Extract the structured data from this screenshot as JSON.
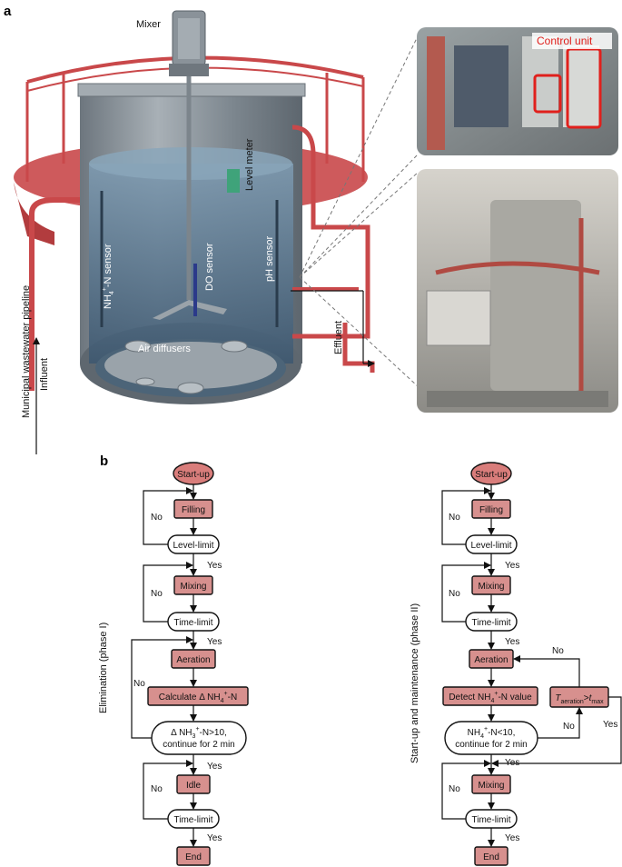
{
  "panel_a": {
    "label": "a",
    "mixer": "Mixer",
    "level_meter": "Level meter",
    "nh4_sensor_prefix": "NH",
    "nh4_sensor_sub": "4",
    "nh4_sensor_sup": "+",
    "nh4_sensor_suffix": "-N sensor",
    "do_sensor": "DO sensor",
    "ph_sensor": "pH sensor",
    "air_diffusers": "Air diffusers",
    "pipeline": "Municipal wastewater pipeline",
    "influent": "Influent",
    "effluent": "Effluent",
    "control_unit": "Control unit"
  },
  "panel_b": {
    "label": "b",
    "phase1_title": "Elimination (phase I)",
    "phase2_title": "Start-up and maintenance (phase II)",
    "start": "Start-up",
    "filling": "Filling",
    "level_limit": "Level-limit",
    "mixing": "Mixing",
    "time_limit": "Time-limit",
    "aeration": "Aeration",
    "calc_prefix": "Calculate Δ NH",
    "calc_sub": "4",
    "calc_sup": "+",
    "calc_suffix": "-N",
    "cond1_a_prefix": "Δ NH",
    "cond1_a_sub": "3",
    "cond1_a_sup": "+",
    "cond1_a_suffix": "-N>10,",
    "cond1_b": "continue for 2 min",
    "idle": "Idle",
    "end": "End",
    "detect_prefix": "Detect NH",
    "detect_sub": "4",
    "detect_sup": "+",
    "detect_suffix": "-N value",
    "cond2_a_prefix": "NH",
    "cond2_a_sub": "4",
    "cond2_a_sup": "+",
    "cond2_a_suffix": "-N<10,",
    "cond2_b": "continue for 2 min",
    "tcond_T": "T",
    "tcond_T_sub": "aeration",
    "tcond_gt": ">",
    "tcond_t": "t",
    "tcond_t_sub": "max",
    "yes": "Yes",
    "no": "No"
  },
  "colors": {
    "box_fill": "#d7908e",
    "start_fill": "#d97d7b",
    "pipe_red": "#c9484a",
    "tank_steel": "#8f979e",
    "water": "#5f7f98",
    "control_red": "#e0201c"
  }
}
